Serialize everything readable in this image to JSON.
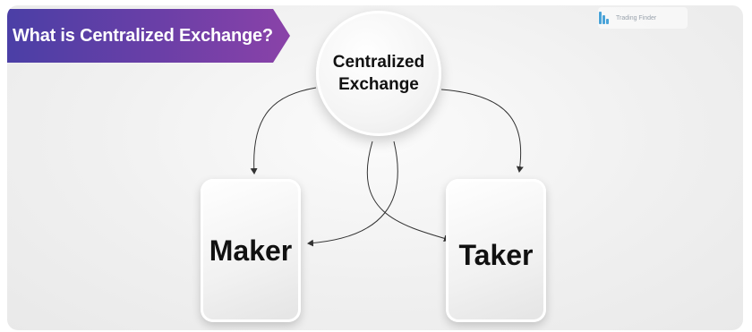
{
  "banner": {
    "title": "What is Centralized Exchange?"
  },
  "brand": {
    "name": "Trading Finder",
    "icon": "trading-finder-logo-icon"
  },
  "diagram": {
    "hub": {
      "label": "Centralized\nExchange"
    },
    "nodes": [
      {
        "id": "maker",
        "label": "Maker"
      },
      {
        "id": "taker",
        "label": "Taker"
      }
    ],
    "edges": [
      {
        "from": "hub",
        "to": "maker"
      },
      {
        "from": "hub",
        "to": "taker"
      },
      {
        "from": "hub",
        "to": "maker"
      },
      {
        "from": "hub",
        "to": "taker"
      }
    ]
  },
  "colors": {
    "banner_start": "#4b3fa6",
    "banner_end": "#8a42a8",
    "arrow": "#333333",
    "brand_icon": "#4aa3d8"
  }
}
